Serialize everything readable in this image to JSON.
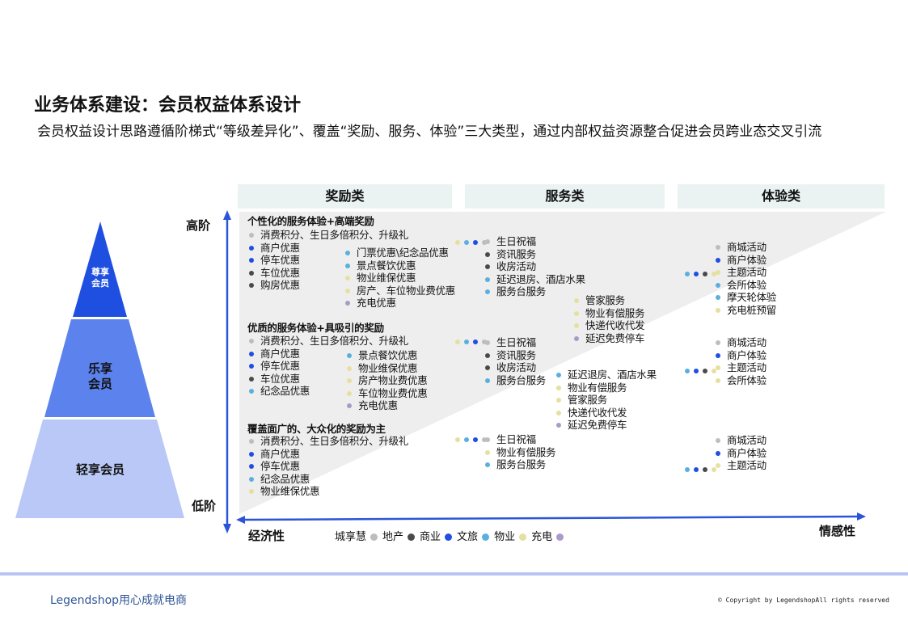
{
  "title": "业务体系建设：会员权益体系设计",
  "subtitle": "会员权益设计思路遵循阶梯式“等级差异化”、覆盖“奖励、服务、体验”三大类型，通过内部权益资源整合促进会员跨业态交叉引流",
  "columns": [
    "奖励类",
    "服务类",
    "体验类"
  ],
  "axis": {
    "y_high": "高阶",
    "y_low": "低阶",
    "x_left": "经济性",
    "x_right": "情感性"
  },
  "pyramid": {
    "top": "尊享\n会员",
    "mid": "乐享\n会员",
    "bottom": "轻享会员"
  },
  "colors": {
    "城享慧": "#bdbdbd",
    "地产": "#4a4a4a",
    "商业": "#1f4ee3",
    "文旅": "#5aaee0",
    "物业": "#e5e0a0",
    "充电": "#a99bc6"
  },
  "legend": [
    {
      "label": "城享慧",
      "key": "城享慧"
    },
    {
      "label": "地产",
      "key": "地产"
    },
    {
      "label": "商业",
      "key": "商业"
    },
    {
      "label": "文旅",
      "key": "文旅"
    },
    {
      "label": "物业",
      "key": "物业"
    },
    {
      "label": "充电",
      "key": "充电"
    }
  ],
  "tiers": [
    {
      "title": "个性化的服务体验+高端奖励",
      "reward_a": [
        [
          "消费积分、生日多倍积分、升级礼",
          "城享慧"
        ],
        [
          "商户优惠",
          "商业"
        ],
        [
          "停车优惠",
          "商业"
        ],
        [
          "车位优惠",
          "地产"
        ],
        [
          "购房优惠",
          "地产"
        ]
      ],
      "reward_b": [
        [
          "门票优惠\\纪念品优惠",
          "文旅"
        ],
        [
          "景点餐饮优惠",
          "文旅"
        ],
        [
          "物业维保优惠",
          "物业"
        ],
        [
          "房产、车位物业费优惠",
          "物业"
        ],
        [
          "充电优惠",
          "充电"
        ]
      ],
      "service_dots": [
        "物业",
        "文旅",
        "商业",
        "城享慧"
      ],
      "service_a": [
        [
          "生日祝福",
          "城享慧"
        ],
        [
          "资讯服务",
          "地产"
        ],
        [
          "收房活动",
          "地产"
        ],
        [
          "延迟退房、酒店水果",
          "文旅"
        ],
        [
          "服务台服务",
          "文旅"
        ]
      ],
      "service_b": [
        [
          "管家服务",
          "物业"
        ],
        [
          "物业有偿服务",
          "物业"
        ],
        [
          "快递代收代发",
          "物业"
        ],
        [
          "延迟免费停车",
          "充电"
        ]
      ],
      "exp_dots": [
        "文旅",
        "商业",
        "地产",
        "物业"
      ],
      "experience": [
        [
          "商城活动",
          "城享慧"
        ],
        [
          "商户体验",
          "商业"
        ],
        [
          "主题活动",
          "物业"
        ],
        [
          "会所体验",
          "文旅"
        ],
        [
          "摩天轮体验",
          "文旅"
        ],
        [
          "充电桩预留",
          "物业"
        ]
      ]
    },
    {
      "title": "优质的服务体验+具吸引的奖励",
      "reward_a": [
        [
          "消费积分、生日多倍积分、升级礼",
          "城享慧"
        ],
        [
          "商户优惠",
          "商业"
        ],
        [
          "停车优惠",
          "商业"
        ],
        [
          "车位优惠",
          "地产"
        ],
        [
          "纪念品优惠",
          "文旅"
        ]
      ],
      "reward_b": [
        [
          "景点餐饮优惠",
          "文旅"
        ],
        [
          "物业维保优惠",
          "物业"
        ],
        [
          "房产物业费优惠",
          "物业"
        ],
        [
          "车位物业费优惠",
          "物业"
        ],
        [
          "充电优惠",
          "充电"
        ]
      ],
      "service_dots": [
        "物业",
        "文旅",
        "商业",
        "城享慧"
      ],
      "service_a": [
        [
          "生日祝福",
          "城享慧"
        ],
        [
          "资讯服务",
          "地产"
        ],
        [
          "收房活动",
          "地产"
        ],
        [
          "服务台服务",
          "文旅"
        ]
      ],
      "service_b": [
        [
          "延迟退房、酒店水果",
          "文旅"
        ],
        [
          "物业有偿服务",
          "物业"
        ],
        [
          "管家服务",
          "物业"
        ],
        [
          "快递代收代发",
          "物业"
        ],
        [
          "延迟免费停车",
          "充电"
        ]
      ],
      "exp_dots": [
        "文旅",
        "商业",
        "地产",
        "物业"
      ],
      "experience": [
        [
          "商城活动",
          "城享慧"
        ],
        [
          "商户体验",
          "商业"
        ],
        [
          "主题活动",
          "物业"
        ],
        [
          "会所体验",
          "物业"
        ]
      ]
    },
    {
      "title": "覆盖面广的、大众化的奖励为主",
      "reward_a": [
        [
          "消费积分、生日多倍积分、升级礼",
          "城享慧"
        ],
        [
          "商户优惠",
          "商业"
        ],
        [
          "停车优惠",
          "商业"
        ],
        [
          "纪念品优惠",
          "文旅"
        ],
        [
          "物业维保优惠",
          "物业"
        ]
      ],
      "reward_b": [],
      "service_dots": [
        "物业",
        "文旅",
        "商业",
        "城享慧"
      ],
      "service_a": [
        [
          "生日祝福",
          "城享慧"
        ],
        [
          "物业有偿服务",
          "物业"
        ],
        [
          "服务台服务",
          "文旅"
        ]
      ],
      "service_b": [],
      "exp_dots": [
        "文旅",
        "商业",
        "地产",
        "物业"
      ],
      "experience": [
        [
          "商城活动",
          "城享慧"
        ],
        [
          "商户体验",
          "商业"
        ],
        [
          "主题活动",
          "物业"
        ]
      ]
    }
  ],
  "footer": {
    "brand": "Legendshop用心成就电商",
    "copyright": "© Copyright by LegendshopAll rights reserved"
  }
}
